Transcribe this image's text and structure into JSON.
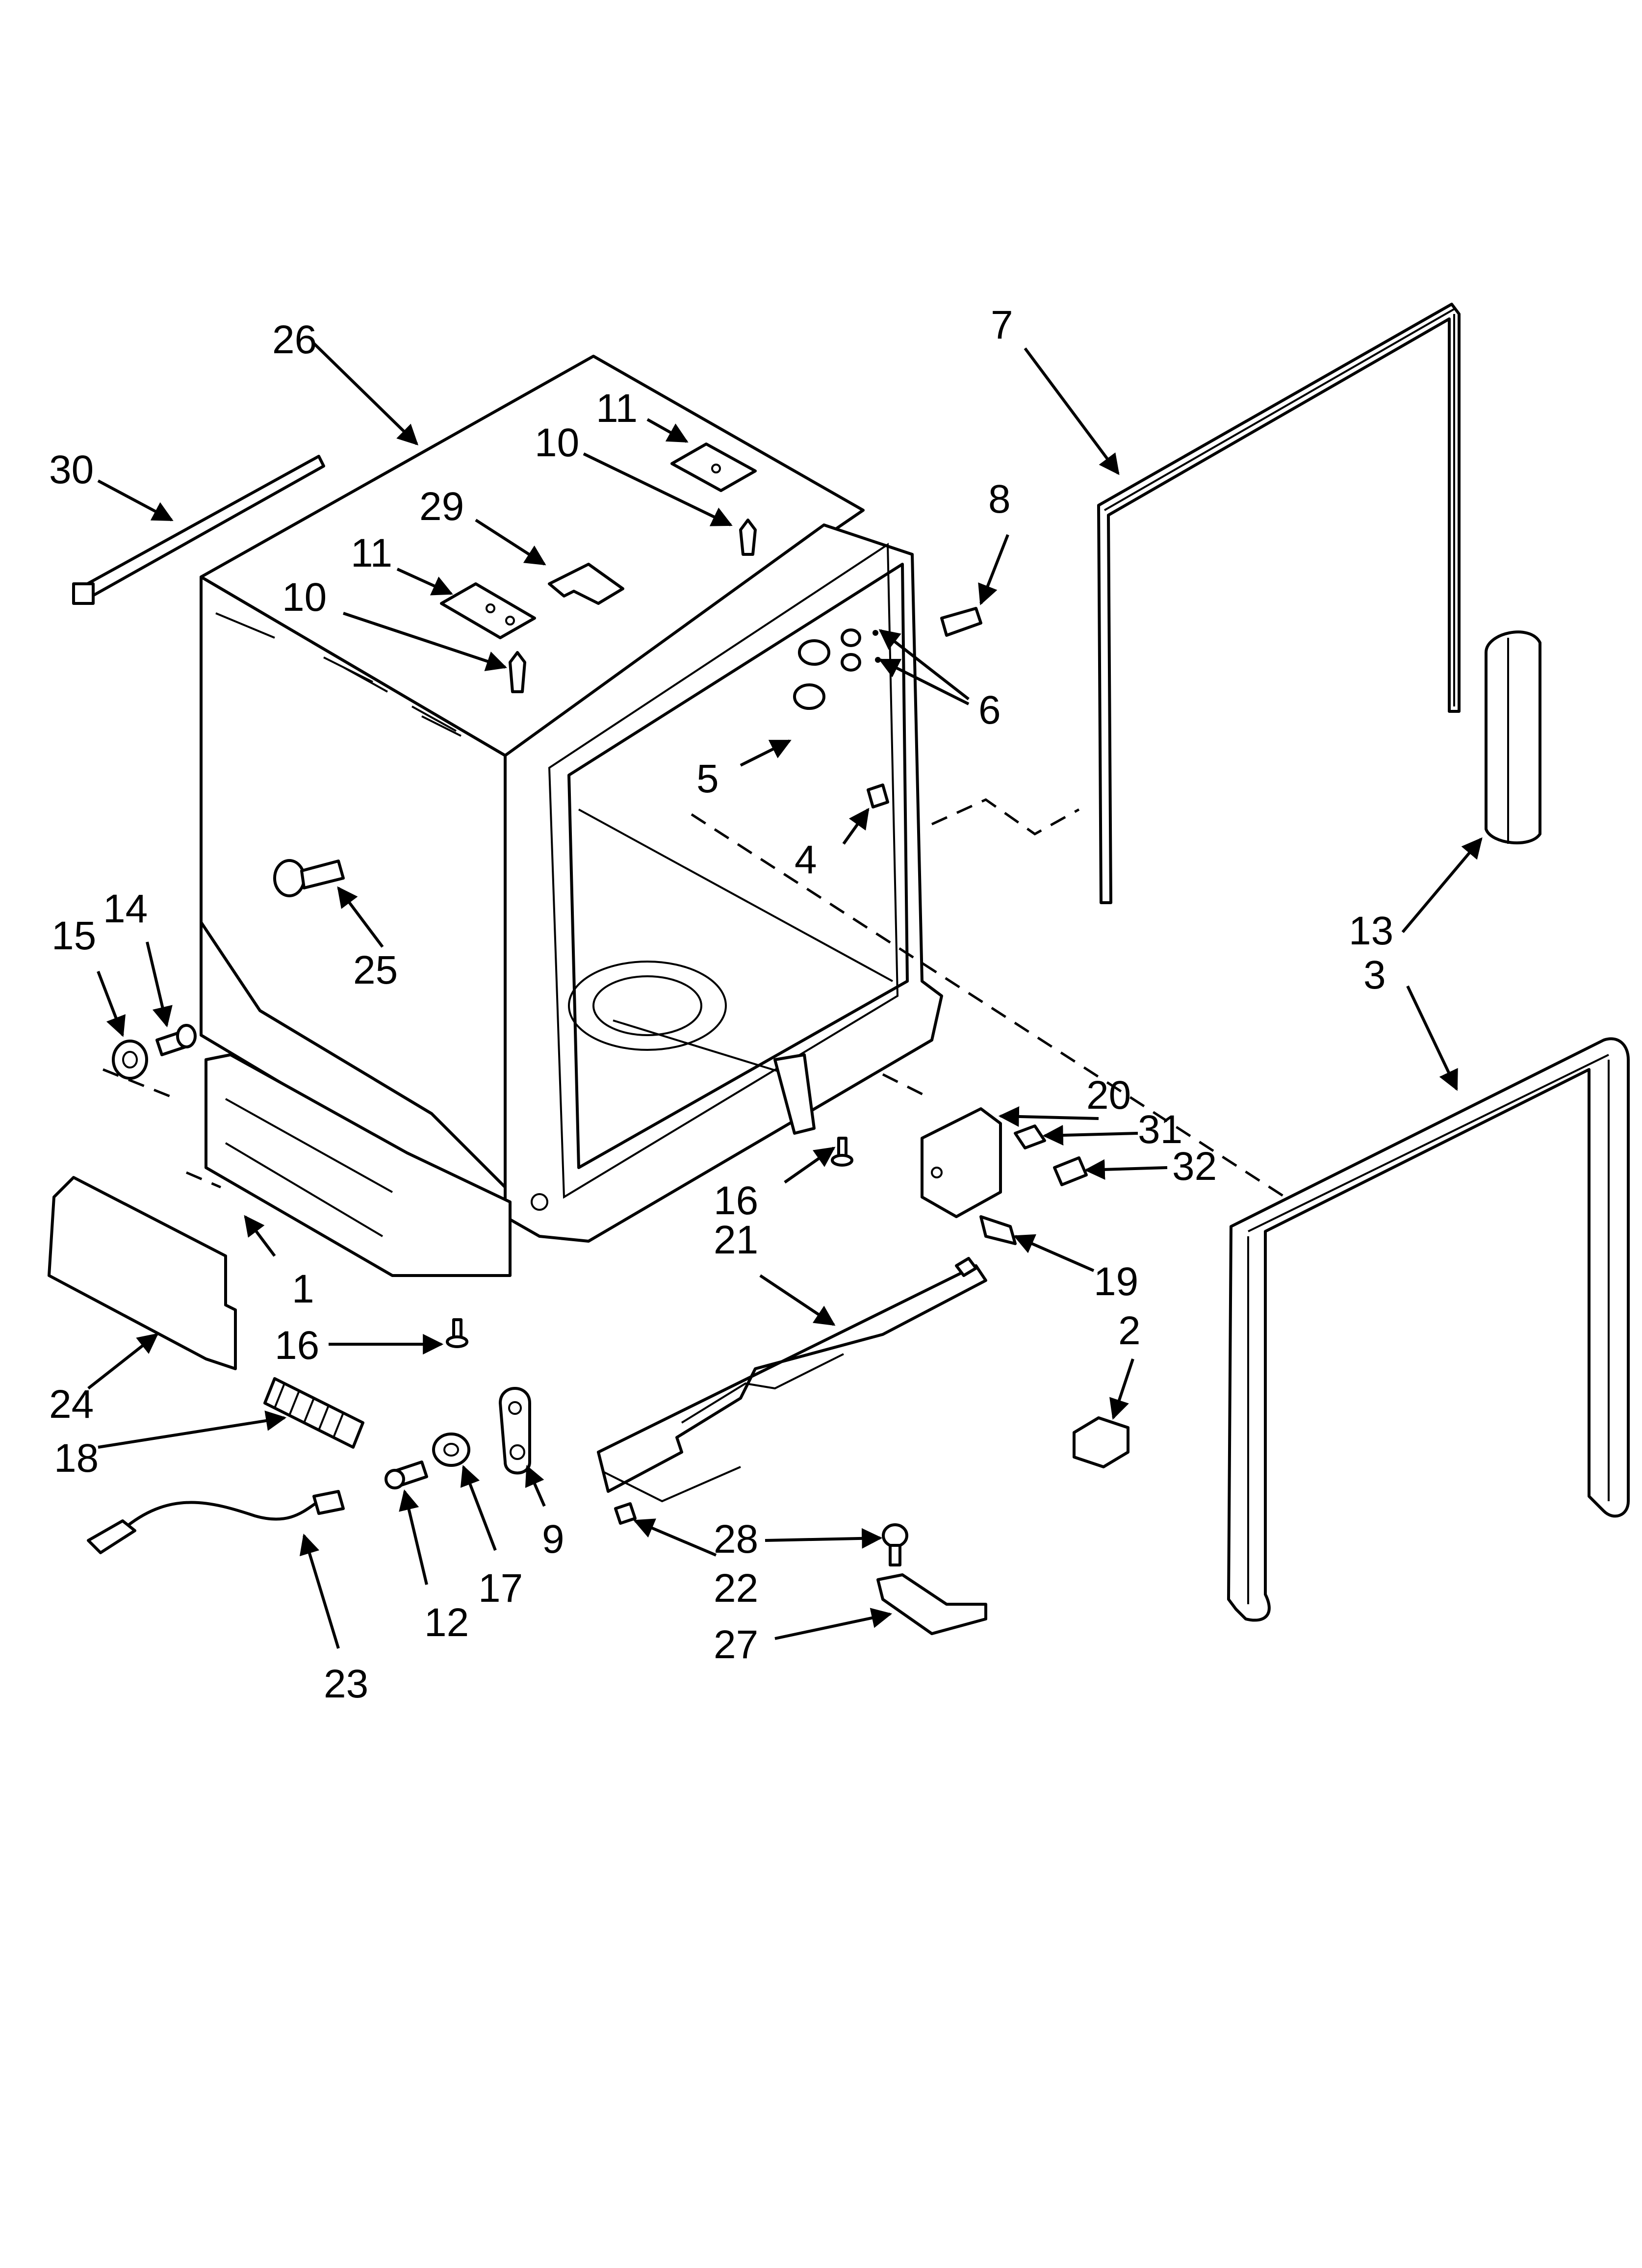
{
  "callouts": [
    {
      "id": "c1",
      "label": "1"
    },
    {
      "id": "c2",
      "label": "2"
    },
    {
      "id": "c3",
      "label": "3"
    },
    {
      "id": "c4",
      "label": "4"
    },
    {
      "id": "c5",
      "label": "5"
    },
    {
      "id": "c6",
      "label": "6"
    },
    {
      "id": "c7",
      "label": "7"
    },
    {
      "id": "c8",
      "label": "8"
    },
    {
      "id": "c9",
      "label": "9"
    },
    {
      "id": "c10a",
      "label": "10"
    },
    {
      "id": "c10b",
      "label": "10"
    },
    {
      "id": "c11a",
      "label": "11"
    },
    {
      "id": "c11b",
      "label": "11"
    },
    {
      "id": "c12",
      "label": "12"
    },
    {
      "id": "c13",
      "label": "13"
    },
    {
      "id": "c14",
      "label": "14"
    },
    {
      "id": "c15",
      "label": "15"
    },
    {
      "id": "c16a",
      "label": "16"
    },
    {
      "id": "c16b",
      "label": "16"
    },
    {
      "id": "c17",
      "label": "17"
    },
    {
      "id": "c18",
      "label": "18"
    },
    {
      "id": "c19",
      "label": "19"
    },
    {
      "id": "c20",
      "label": "20"
    },
    {
      "id": "c21",
      "label": "21"
    },
    {
      "id": "c22",
      "label": "22"
    },
    {
      "id": "c23",
      "label": "23"
    },
    {
      "id": "c24",
      "label": "24"
    },
    {
      "id": "c25",
      "label": "25"
    },
    {
      "id": "c26",
      "label": "26"
    },
    {
      "id": "c27",
      "label": "27"
    },
    {
      "id": "c28",
      "label": "28"
    },
    {
      "id": "c29",
      "label": "29"
    },
    {
      "id": "c30",
      "label": "30"
    },
    {
      "id": "c31",
      "label": "31"
    },
    {
      "id": "c32",
      "label": "32"
    }
  ]
}
